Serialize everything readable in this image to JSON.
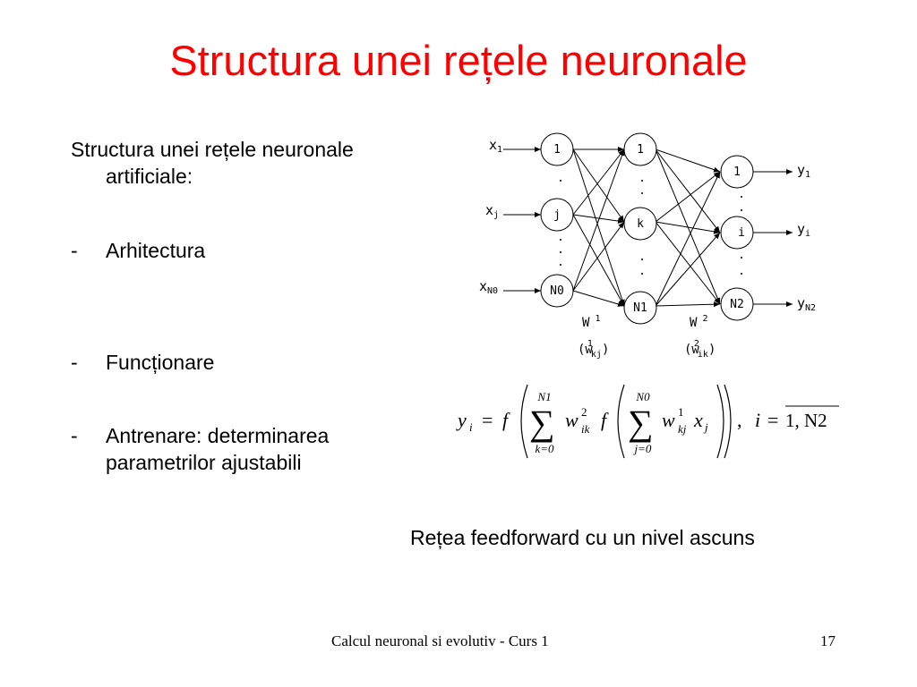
{
  "title": "Structura unei rețele neuronale",
  "intro": {
    "line1": "Structura unei rețele neuronale",
    "line2": "artificiale:"
  },
  "bullets": [
    {
      "dash": "-",
      "text": "Arhitectura"
    },
    {
      "dash": "-",
      "text": "Funcționare"
    },
    {
      "dash": "-",
      "text": "Antrenare: determinarea",
      "text2": "parametrilor ajustabili"
    }
  ],
  "diagram": {
    "inputs": {
      "x1": "x",
      "x1_sub": "1",
      "xj": "x",
      "xj_sub": "j",
      "xN0": "x",
      "xN0_sub": "N0"
    },
    "input_nodes": [
      "1",
      "j",
      "N0"
    ],
    "hidden_nodes": [
      "1",
      "k",
      "N1"
    ],
    "output_nodes": [
      "1",
      "i",
      "N2"
    ],
    "outputs": {
      "y1": "y",
      "y1_sub": "1",
      "yi": "y",
      "yi_sub": "i",
      "yN2": "y",
      "yN2_sub": "N2"
    },
    "w1": {
      "label": "W",
      "sup": "1",
      "paren_open": "(w",
      "elem_sup": "1",
      "elem_sub": "kj",
      "paren_close": ")"
    },
    "w2": {
      "label": "W",
      "sup": "2",
      "paren_open": "(w",
      "elem_sup": "2",
      "elem_sub": "ik",
      "paren_close": ")"
    }
  },
  "formula": {
    "y": "y",
    "y_sub": "i",
    "eq": "=",
    "f": "f",
    "sum1_top": "N1",
    "sum1_bottom": "k=0",
    "w2": "w",
    "w2_sup": "2",
    "w2_sub": "ik",
    "f2": "f",
    "sum2_top": "N0",
    "sum2_bottom": "j=0",
    "w1": "w",
    "w1_sup": "1",
    "w1_sub": "kj",
    "x": "x",
    "x_sub": "j",
    "comma": ",",
    "i": "i",
    "eq2": "=",
    "range": "1, N2"
  },
  "caption": "Rețea feedforward cu un nivel ascuns",
  "footer": "Calcul neuronal si evolutiv - Curs 1",
  "page_number": "17"
}
